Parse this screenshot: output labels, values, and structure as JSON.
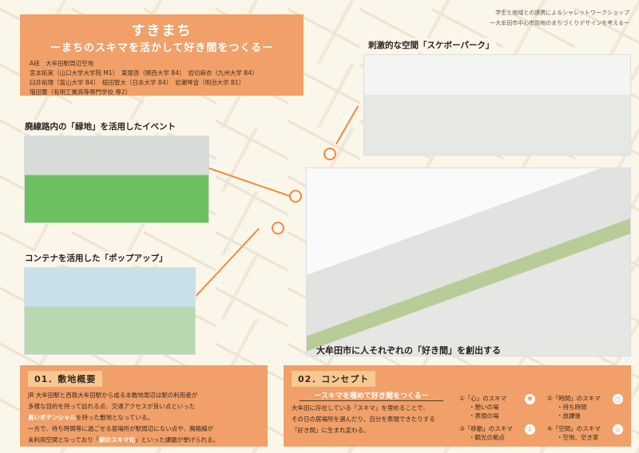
{
  "title": {
    "main": "すきまち",
    "sub": "ーまちのスキマを活かして好き間をつくるー",
    "members": [
      "A班　大牟田駅周辺空地",
      "宮本拓実（山口大学大学院 M1）　東尾啓（関西大学 B4）　岩切麻衣（九州大学 B4）",
      "臼井裕理（富山大学 B4）　植田智大（日本大学 B4）　岩瀬琴音（明治大学 B1）",
      "増田響（有明工業高等専門学校 専2）"
    ]
  },
  "header": {
    "line1": "学生と地域との連携によるシャレットワークショップ",
    "line2": "ー大牟田市中心市街地のまちづくりデザインを考えるー"
  },
  "captions": {
    "skate": "刺激的な空間「スケボーパーク」",
    "event": "廃線路内の「緑地」を活用したイベント",
    "popup": "コンテナを活用した「ポップアップ」",
    "main": "大牟田市に人それぞれの「好き間」を創出する"
  },
  "overview": {
    "heading": "01．敷地概要",
    "l1": "JR 大牟田駅と西鉄大牟田駅から成る本敷地周辺は駅の利用者が",
    "l2": "多様な目的を持って訪れる点、交通アクセスが良い点といった",
    "l3_hl": "高いポテンシャル",
    "l3": "を持った敷地となっている。",
    "l4": "一方で、待ち時間等に過ごせる居場所が駅周辺にない点や、廃路線が",
    "l5a": "未利用空間となっており「",
    "l5_hl": "駅のスキマ化",
    "l5b": "」といった課題が挙げられる。"
  },
  "concept": {
    "heading": "02．コンセプト",
    "slogan": "ースキマを埋めて好き間をつくるー",
    "l1": "大牟田に存在している「スキマ」を埋めることで、",
    "l2": "その日の居場所を選んだり、自分を表現できたりする",
    "l3": "「好き間」に生まれ変わる。",
    "items": [
      {
        "title": "①「心」のスキマ",
        "points": [
          "・憩いの場",
          "・表現の場"
        ],
        "icon": "heart-icon"
      },
      {
        "title": "②「時間」のスキマ",
        "points": [
          "・待ち時間",
          "・放課後"
        ],
        "icon": "clock-icon"
      },
      {
        "title": "③「移動」のスキマ",
        "points": [
          "・観光の拠点"
        ],
        "icon": "walk-icon"
      },
      {
        "title": "④「空間」のスキマ",
        "points": [
          "・空地、空き家"
        ],
        "icon": "house-icon"
      }
    ]
  },
  "colors": {
    "accent": "#f0a068",
    "line": "#f08a40"
  }
}
